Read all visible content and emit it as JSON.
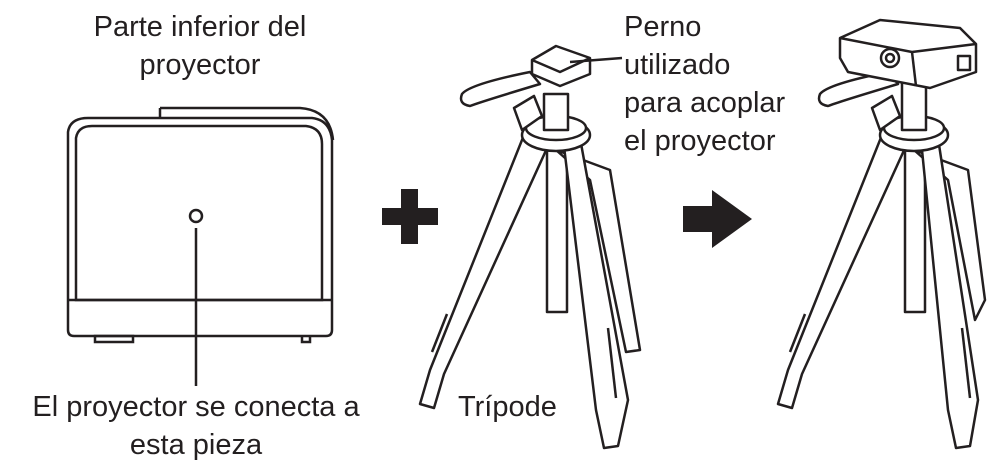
{
  "labels": {
    "bottom_title_line1": "Parte inferior del",
    "bottom_title_line2": "proyector",
    "connect_line1": "El proyector se conecta a",
    "connect_line2": "esta pieza",
    "bolt_line1": "Perno",
    "bolt_line2": "utilizado",
    "bolt_line3": "para acoplar",
    "bolt_line4": "el proyector",
    "tripod": "Trípode"
  },
  "symbols": {
    "plus": "plus-icon",
    "arrow": "arrow-right-icon"
  },
  "colors": {
    "ink": "#231f20",
    "fill": "#ffffff"
  }
}
